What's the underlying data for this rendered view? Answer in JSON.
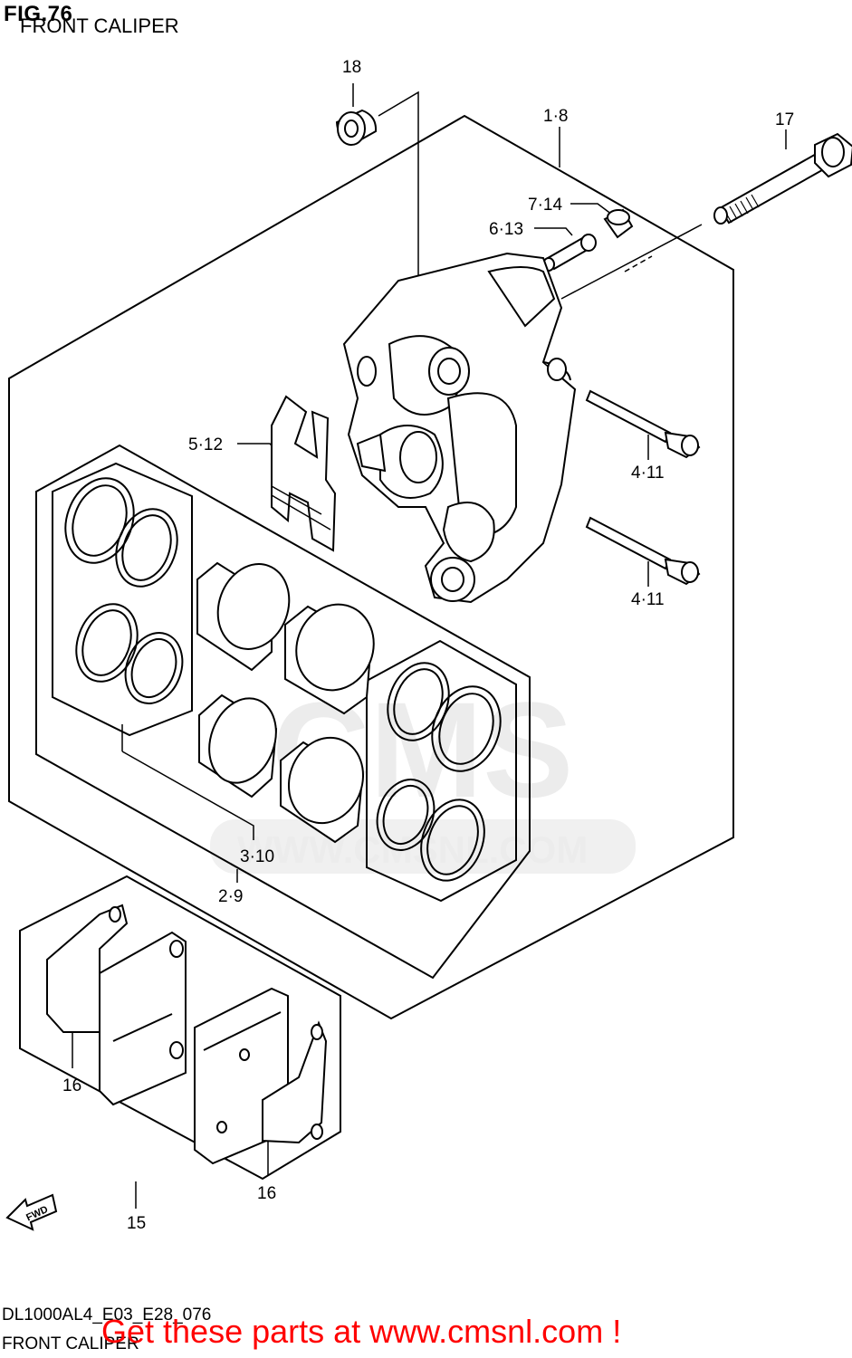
{
  "figure": {
    "title": "FIG.76",
    "subtitle": "FRONT CALIPER"
  },
  "callouts": {
    "c18": "18",
    "c1_8": "1·8",
    "c17": "17",
    "c7_14": "7·14",
    "c6_13": "6·13",
    "c5_12": "5·12",
    "c4_11_a": "4·11",
    "c4_11_b": "4·11",
    "c3_10": "3·10",
    "c2_9": "2·9",
    "c16_a": "16",
    "c16_b": "16",
    "c15": "15"
  },
  "fwd_arrow": "FWD",
  "watermark": {
    "text": "WWW.CMSNL.COM",
    "logo": "CMS"
  },
  "footer": {
    "code": "DL1000AL4_E03_E28_076",
    "name": "FRONT CALIPER"
  },
  "promo": "Get these parts at www.cmsnl.com !"
}
